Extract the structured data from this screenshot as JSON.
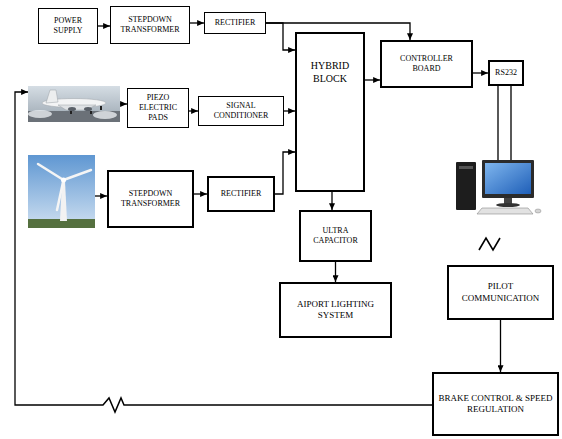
{
  "diagram": {
    "nodes": [
      {
        "text": [
          "POWER SUPPLY"
        ]
      },
      {
        "text": [
          "STEPDOWN TRANSFORMER"
        ]
      },
      {
        "text": [
          "RECTIFIER"
        ]
      },
      {
        "text": [
          "HYBRID BLOCK"
        ]
      },
      {
        "text": [
          "CONTROLLER BOARD"
        ]
      },
      {
        "text": [
          "RS232"
        ]
      },
      {
        "text": [
          "PIEZO ELECTRIC PADS"
        ]
      },
      {
        "text": [
          "SIGNAL CONDITIONER"
        ]
      },
      {
        "text": [
          "STEPDOWN TRANSFORMER"
        ]
      },
      {
        "text": [
          "RECTIFIER"
        ]
      },
      {
        "text": [
          "ULTRA CAPACITOR"
        ]
      },
      {
        "text": [
          "AIPORT LIGHTING SYSTEM"
        ]
      },
      {
        "text": [
          "PILOT COMMUNICATION"
        ]
      },
      {
        "text": [
          "BRAKE CONTROL & SPEED REGULATION"
        ]
      }
    ],
    "edges": [
      {
        "from": 0,
        "to": 1,
        "arrow": "to"
      },
      {
        "from": 1,
        "to": 2,
        "arrow": "to"
      },
      {
        "from": 2,
        "to": 3,
        "arrow": "to"
      },
      {
        "from": 2,
        "to": 4,
        "arrow": "to"
      },
      {
        "from": 6,
        "to": 7,
        "arrow": "to"
      },
      {
        "from": 7,
        "to": 3,
        "arrow": "to"
      },
      {
        "from": 8,
        "to": 9,
        "arrow": "to"
      },
      {
        "from": 9,
        "to": 3,
        "arrow": "to"
      },
      {
        "from": 3,
        "to": 4,
        "arrow": "to"
      },
      {
        "from": 4,
        "to": 5,
        "arrow": "to"
      },
      {
        "from": 3,
        "to": 10,
        "arrow": "to"
      },
      {
        "from": 10,
        "to": 11,
        "arrow": "to"
      },
      {
        "from": 12,
        "to": 13,
        "arrow": "to"
      }
    ]
  }
}
